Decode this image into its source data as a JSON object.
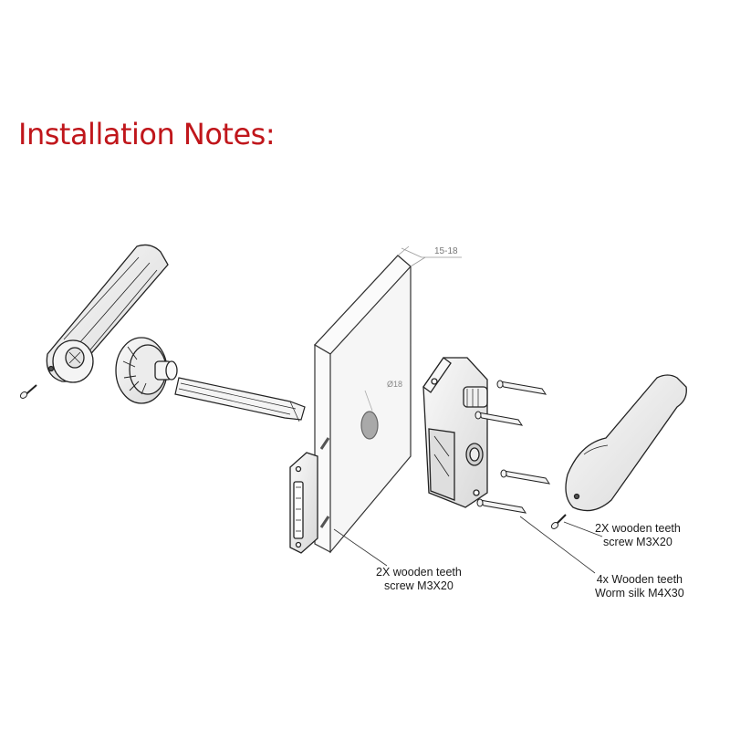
{
  "title": "Installation Notes:",
  "title_color": "#c0161b",
  "dimension_label": "15-18",
  "hole_diameter_label": "Ø18",
  "callouts": {
    "left_screws": [
      "2X wooden teeth",
      "screw M3X20"
    ],
    "right_screws": [
      "2X wooden teeth",
      "screw M3X20"
    ],
    "worm_screws": [
      "4x Wooden teeth",
      "Worm silk M4X30"
    ]
  }
}
